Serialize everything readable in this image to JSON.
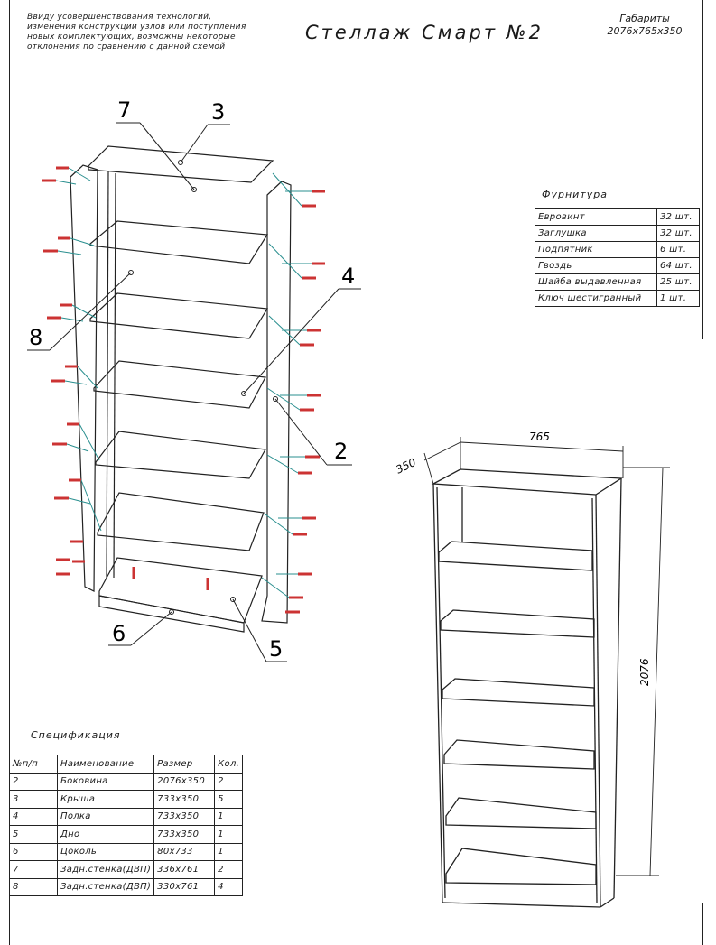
{
  "note_lines": [
    "Ввиду усовершенствования технологий,",
    "изменения конструкции узлов или поступления",
    "новых комплектующих, возможны некоторые",
    "отклонения по сравнению с данной схемой"
  ],
  "title": "Стеллаж Смарт №2",
  "dimensions": {
    "label": "Габариты",
    "value": "2076x765x350"
  },
  "fittings": {
    "caption": "Фурнитура",
    "rows": [
      {
        "name": "Евровинт",
        "qty": "32 шт."
      },
      {
        "name": "Заглушка",
        "qty": "32 шт."
      },
      {
        "name": "Подпятник",
        "qty": "6 шт."
      },
      {
        "name": "Гвоздь",
        "qty": "64 шт."
      },
      {
        "name": "Шайба выдавленная",
        "qty": "25 шт."
      },
      {
        "name": "Ключ шестигранный",
        "qty": "1 шт."
      }
    ]
  },
  "spec": {
    "caption": "Спецификация",
    "headers": [
      "№п/п",
      "Наименование",
      "Размер",
      "Кол."
    ],
    "rows": [
      [
        "2",
        "Боковина",
        "2076x350",
        "2"
      ],
      [
        "3",
        "Крыша",
        "733x350",
        "5"
      ],
      [
        "4",
        "Полка",
        "733x350",
        "1"
      ],
      [
        "5",
        "Дно",
        "733x350",
        "1"
      ],
      [
        "6",
        "Цоколь",
        "80x733",
        "1"
      ],
      [
        "7",
        "Задн.стенка(ДВП)",
        "336x761",
        "2"
      ],
      [
        "8",
        "Задн.стенка(ДВП)",
        "330x761",
        "4"
      ]
    ]
  },
  "part_labels": [
    "7",
    "3",
    "4",
    "8",
    "2",
    "6",
    "5"
  ],
  "drawing_dims": {
    "depth": "350",
    "width": "765",
    "height": "2076"
  }
}
